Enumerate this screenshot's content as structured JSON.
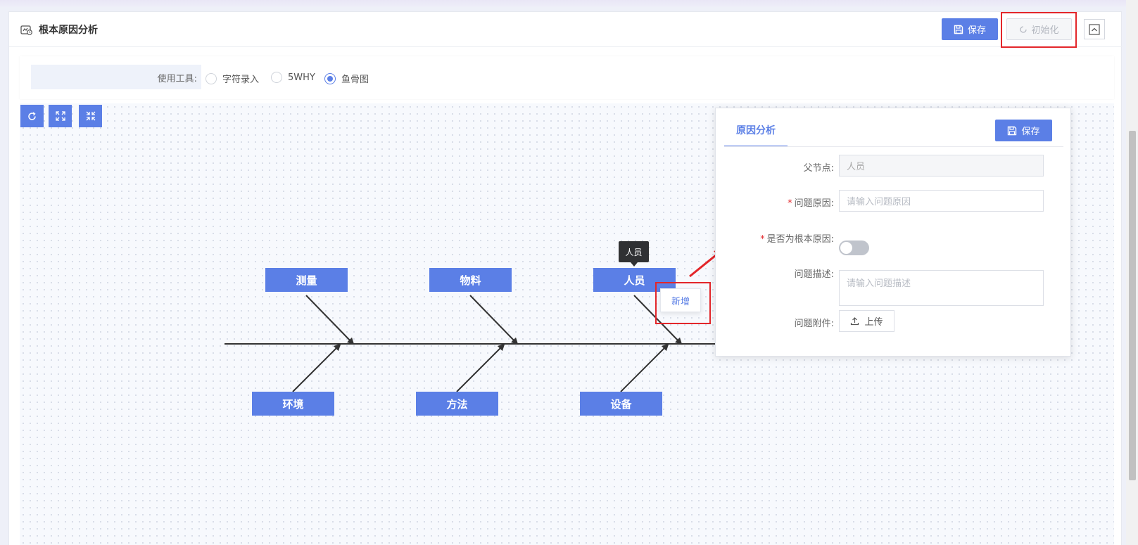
{
  "header": {
    "title": "根本原因分析",
    "save_label": "保存",
    "init_label": "初始化"
  },
  "tools": {
    "label": "使用工具:",
    "options": [
      "字符录入",
      "5WHY",
      "鱼骨图"
    ],
    "selected": "鱼骨图"
  },
  "canvas_controls": [
    "refresh-icon",
    "expand-icon",
    "compress-icon"
  ],
  "fishbone": {
    "top_nodes": [
      "测量",
      "物料",
      "人员"
    ],
    "bottom_nodes": [
      "环境",
      "方法",
      "设备"
    ],
    "tooltip": "人员",
    "add_menu": "新增"
  },
  "form": {
    "tab": "原因分析",
    "save_label": "保存",
    "parent_label": "父节点:",
    "parent_value": "人员",
    "cause_label": "问题原因:",
    "cause_placeholder": "请输入问题原因",
    "root_label": "是否为根本原因:",
    "root_value": false,
    "desc_label": "问题描述:",
    "desc_placeholder": "请输入问题描述",
    "attach_label": "问题附件:",
    "upload_label": "上传"
  },
  "colors": {
    "primary": "#5b7fe6",
    "highlight": "#e3262a"
  }
}
